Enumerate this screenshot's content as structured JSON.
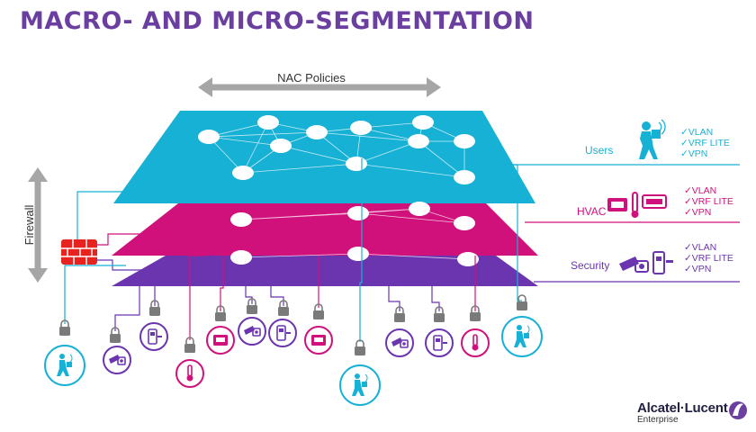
{
  "title": "MACRO- AND MICRO-SEGMENTATION",
  "nac_label": "NAC Policies",
  "firewall_label": "Firewall",
  "layers": [
    {
      "name": "Users",
      "color": "#17b1d6",
      "items": [
        "✓VLAN",
        "✓VRF LITE",
        "✓VPN"
      ]
    },
    {
      "name": "HVAC",
      "color": "#d1117b",
      "items": [
        "✓VLAN",
        "✓VRF LITE",
        "✓VPN"
      ]
    },
    {
      "name": "Security",
      "color": "#6c35b0",
      "items": [
        "✓VLAN",
        "✓VRF LITE",
        "✓VPN"
      ]
    }
  ],
  "colors": {
    "title": "#6a3fa0",
    "firewall": "#e8231f",
    "arrow": "#a6a6a6",
    "lock": "#7a7a7a"
  },
  "devices": [
    {
      "type": "user",
      "layer": "Users"
    },
    {
      "type": "camera",
      "layer": "Security"
    },
    {
      "type": "badge-reader",
      "layer": "Security"
    },
    {
      "type": "thermometer",
      "layer": "HVAC"
    },
    {
      "type": "thermostat",
      "layer": "HVAC"
    },
    {
      "type": "camera",
      "layer": "Security"
    },
    {
      "type": "badge-reader",
      "layer": "Security"
    },
    {
      "type": "thermostat",
      "layer": "HVAC"
    },
    {
      "type": "user",
      "layer": "Users"
    },
    {
      "type": "camera",
      "layer": "Security"
    },
    {
      "type": "badge-reader",
      "layer": "Security"
    },
    {
      "type": "thermometer",
      "layer": "HVAC"
    },
    {
      "type": "user",
      "layer": "Users"
    }
  ],
  "brand": {
    "name": "Alcatel·Lucent",
    "sub": "Enterprise"
  }
}
